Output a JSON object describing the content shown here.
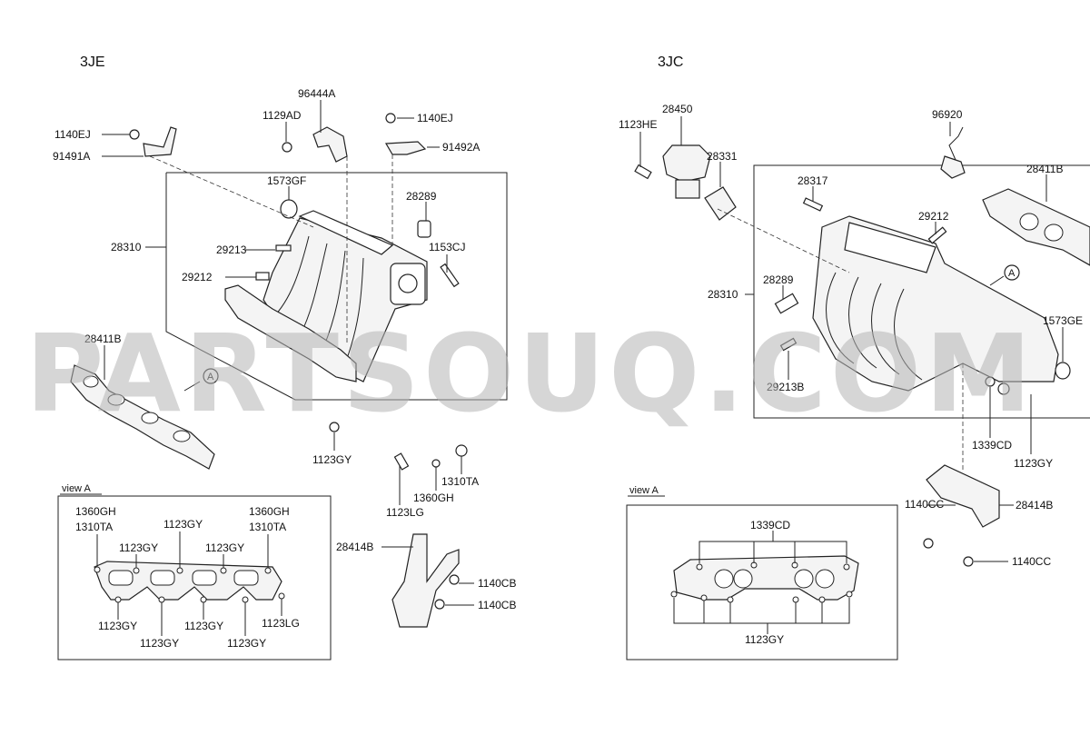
{
  "diagrams": {
    "left": {
      "title": "3JE",
      "labels": {
        "l_1140EJ_a": "1140EJ",
        "l_91491A": "91491A",
        "l_1129AD": "1129AD",
        "l_96444A": "96444A",
        "l_1140EJ_b": "1140EJ",
        "l_91492A": "91492A",
        "l_1573GF": "1573GF",
        "l_28289": "28289",
        "l_28310": "28310",
        "l_29213": "29213",
        "l_1153CJ": "1153CJ",
        "l_29212": "29212",
        "l_28411B": "28411B",
        "l_1123GY": "1123GY",
        "l_1310TA": "1310TA",
        "l_1360GH": "1360GH",
        "l_1123LG": "1123LG",
        "l_28414B": "28414B",
        "l_1140CB_a": "1140CB",
        "l_1140CB_b": "1140CB"
      },
      "view_a": {
        "title": "view  A",
        "labels": {
          "v_1360GH_a": "1360GH",
          "v_1310TA_a": "1310TA",
          "v_1123GY_top1": "1123GY",
          "v_1123GY_top2": "1123GY",
          "v_1123GY_top3": "1123GY",
          "v_1360GH_b": "1360GH",
          "v_1310TA_b": "1310TA",
          "v_1123GY_bot1": "1123GY",
          "v_1123GY_bot2": "1123GY",
          "v_1123GY_bot3": "1123GY",
          "v_1123GY_bot4": "1123GY",
          "v_1123LG": "1123LG"
        }
      },
      "arrow_marker": "A"
    },
    "right": {
      "title": "3JC",
      "labels": {
        "r_28450": "28450",
        "r_1123HE": "1123HE",
        "r_28331": "28331",
        "r_96920": "96920",
        "r_28411B": "28411B",
        "r_28317": "28317",
        "r_29212": "29212",
        "r_28310": "28310",
        "r_28289": "28289",
        "r_29213B": "29213B",
        "r_1573GE": "1573GE",
        "r_1339CD": "1339CD",
        "r_1123GY": "1123GY",
        "r_1140CC_a": "1140CC",
        "r_28414B": "28414B",
        "r_1140CC_b": "1140CC"
      },
      "view_a": {
        "title": "view  A",
        "labels": {
          "rv_1339CD": "1339CD",
          "rv_1123GY": "1123GY"
        }
      },
      "arrow_marker": "A"
    }
  },
  "watermark": "PARTSOUQ.COM",
  "colors": {
    "line": "#222222",
    "watermark": "#b5b5b5",
    "background": "#ffffff"
  }
}
